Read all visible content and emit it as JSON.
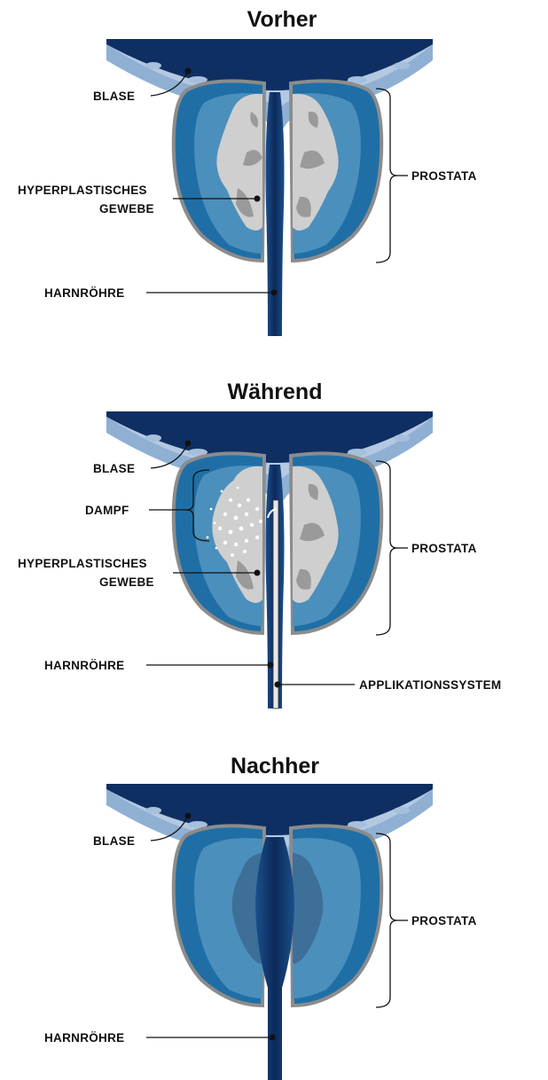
{
  "panels": [
    {
      "title": "Vorher",
      "labels": {
        "blase": "BLASE",
        "prostata": "PROSTATA",
        "gewebe_1": "HYPERPLASTISCHES",
        "gewebe_2": "GEWEBE",
        "harnroehre": "HARNRÖHRE"
      }
    },
    {
      "title": "Während",
      "labels": {
        "blase": "BLASE",
        "dampf": "DAMPF",
        "prostata": "PROSTATA",
        "gewebe_1": "HYPERPLASTISCHES",
        "gewebe_2": "GEWEBE",
        "harnroehre": "HARNRÖHRE",
        "applikation": "APPLIKATIONSSYSTEM"
      }
    },
    {
      "title": "Nachher",
      "labels": {
        "blase": "BLASE",
        "prostata": "PROSTATA",
        "harnroehre": "HARNRÖHRE"
      }
    }
  ],
  "colors": {
    "bladder_wall": "#8fb0d3",
    "bladder_dark": "#0f2f63",
    "prostata_outer": "#1f6fa6",
    "prostata_inner": "#4b8fbd",
    "capsule": "#8c8c8c",
    "tissue_light": "#cfcfcf",
    "tissue_dark": "#9a9a9a",
    "urethra": "#123a73"
  }
}
